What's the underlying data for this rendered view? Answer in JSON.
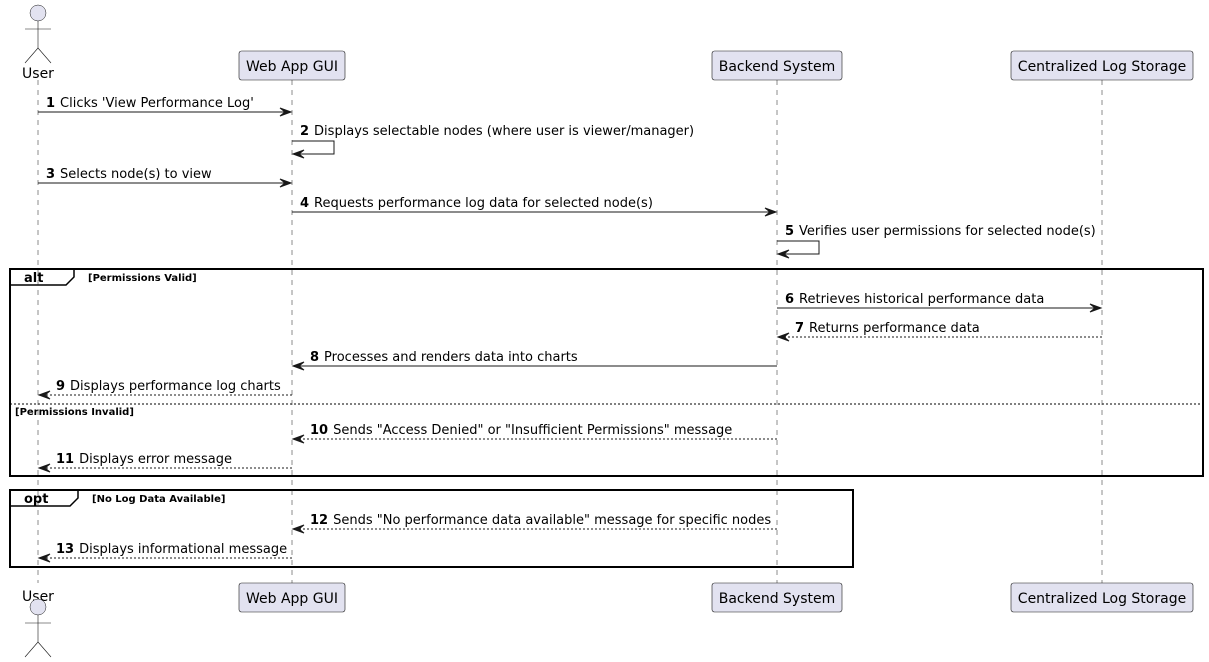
{
  "participants": [
    {
      "id": "user",
      "label": "User",
      "kind": "actor"
    },
    {
      "id": "gui",
      "label": "Web App GUI",
      "kind": "box"
    },
    {
      "id": "backend",
      "label": "Backend System",
      "kind": "box"
    },
    {
      "id": "storage",
      "label": "Centralized Log Storage",
      "kind": "box"
    }
  ],
  "messages": [
    {
      "num": "1",
      "text": "Clicks 'View Performance Log'",
      "from": "user",
      "to": "gui",
      "style": "solid"
    },
    {
      "num": "2",
      "text": "Displays selectable nodes (where user is viewer/manager)",
      "from": "gui",
      "to": "gui",
      "style": "solid"
    },
    {
      "num": "3",
      "text": "Selects node(s) to view",
      "from": "user",
      "to": "gui",
      "style": "solid"
    },
    {
      "num": "4",
      "text": "Requests performance log data for selected node(s)",
      "from": "gui",
      "to": "backend",
      "style": "solid"
    },
    {
      "num": "5",
      "text": "Verifies user permissions for selected node(s)",
      "from": "backend",
      "to": "backend",
      "style": "solid"
    },
    {
      "num": "6",
      "text": "Retrieves historical performance data",
      "from": "backend",
      "to": "storage",
      "style": "solid"
    },
    {
      "num": "7",
      "text": "Returns performance data",
      "from": "storage",
      "to": "backend",
      "style": "dashed"
    },
    {
      "num": "8",
      "text": "Processes and renders data into charts",
      "from": "backend",
      "to": "gui",
      "style": "solid"
    },
    {
      "num": "9",
      "text": "Displays performance log charts",
      "from": "gui",
      "to": "user",
      "style": "dashed"
    },
    {
      "num": "10",
      "text": "Sends \"Access Denied\" or \"Insufficient Permissions\" message",
      "from": "backend",
      "to": "gui",
      "style": "dashed"
    },
    {
      "num": "11",
      "text": "Displays error message",
      "from": "gui",
      "to": "user",
      "style": "dashed"
    },
    {
      "num": "12",
      "text": "Sends \"No performance data available\" message for specific nodes",
      "from": "backend",
      "to": "gui",
      "style": "dashed"
    },
    {
      "num": "13",
      "text": "Displays informational message",
      "from": "gui",
      "to": "user",
      "style": "dashed"
    }
  ],
  "fragments": [
    {
      "keyword": "alt",
      "guard": "[Permissions Valid]",
      "else_guard": "[Permissions Invalid]"
    },
    {
      "keyword": "opt",
      "guard": "[No Log Data Available]"
    }
  ],
  "colors": {
    "participant_fill": "#E2E2F0",
    "participant_border": "#181818",
    "lifeline": "#181818",
    "arrow": "#181818",
    "frame": "#000000"
  }
}
